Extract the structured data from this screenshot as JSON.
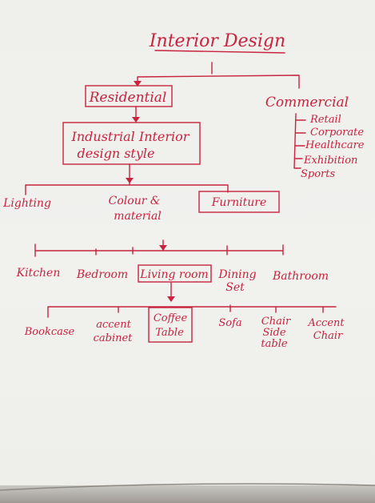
{
  "diagram": {
    "title": "Interior Design",
    "level1": [
      "Residential",
      "Commercial"
    ],
    "commercial_items": [
      "Retail",
      "Corporate",
      "Healthcare",
      "Exhibition",
      "Sports"
    ],
    "level2": [
      "Industrial Interior",
      "design style"
    ],
    "level3": [
      "Lighting",
      "Colour &",
      "material",
      "Furniture"
    ],
    "rooms": [
      "Kitchen",
      "Bedroom",
      "Living room",
      "Dining",
      "Set",
      "Bathroom"
    ],
    "pieces": [
      "Bookcase",
      "accent",
      "cabinet",
      "Coffee",
      "Table",
      "Sofa",
      "Chair",
      "Side",
      "table",
      "Accent",
      "Chair"
    ]
  },
  "colors": {
    "ink": "#c8233f",
    "paper": "#f0f0ed"
  }
}
